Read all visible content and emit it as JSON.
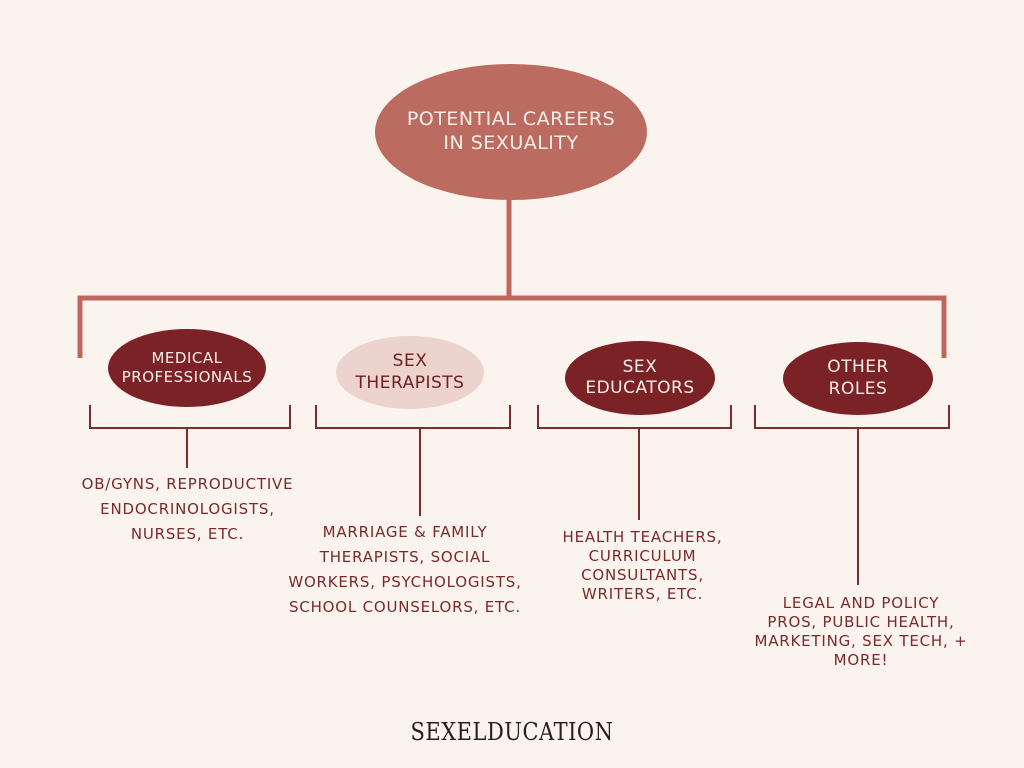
{
  "root": {
    "label": "POTENTIAL CAREERS\nIN SEXUALITY"
  },
  "categories": [
    {
      "label": "MEDICAL\nPROFESSIONALS",
      "description": "OB/GYNS, REPRODUCTIVE\nENDOCRINOLOGISTS,\nNURSES, ETC."
    },
    {
      "label": "SEX\nTHERAPISTS",
      "description": "MARRIAGE & FAMILY\nTHERAPISTS, SOCIAL\nWORKERS, PSYCHOLOGISTS,\nSCHOOL COUNSELORS, ETC."
    },
    {
      "label": "SEX\nEDUCATORS",
      "description": "HEALTH TEACHERS,\nCURRICULUM\nCONSULTANTS,\nWRITERS, ETC."
    },
    {
      "label": "OTHER\nROLES",
      "description": "LEGAL AND POLICY\nPROS, PUBLIC HEALTH,\nMARKETING, SEX TECH, +\nMORE!"
    }
  ],
  "logo": {
    "text": "SEXELDUCATION"
  },
  "colors": {
    "background": "#fbf3ee",
    "root_oval": "#bc6b60",
    "dark_oval": "#7a2225",
    "highlight_oval": "#ecd3ce",
    "top_connector": "#c0675d",
    "bracket": "#7d2c2c",
    "text_dark": "#7a2a2a"
  }
}
